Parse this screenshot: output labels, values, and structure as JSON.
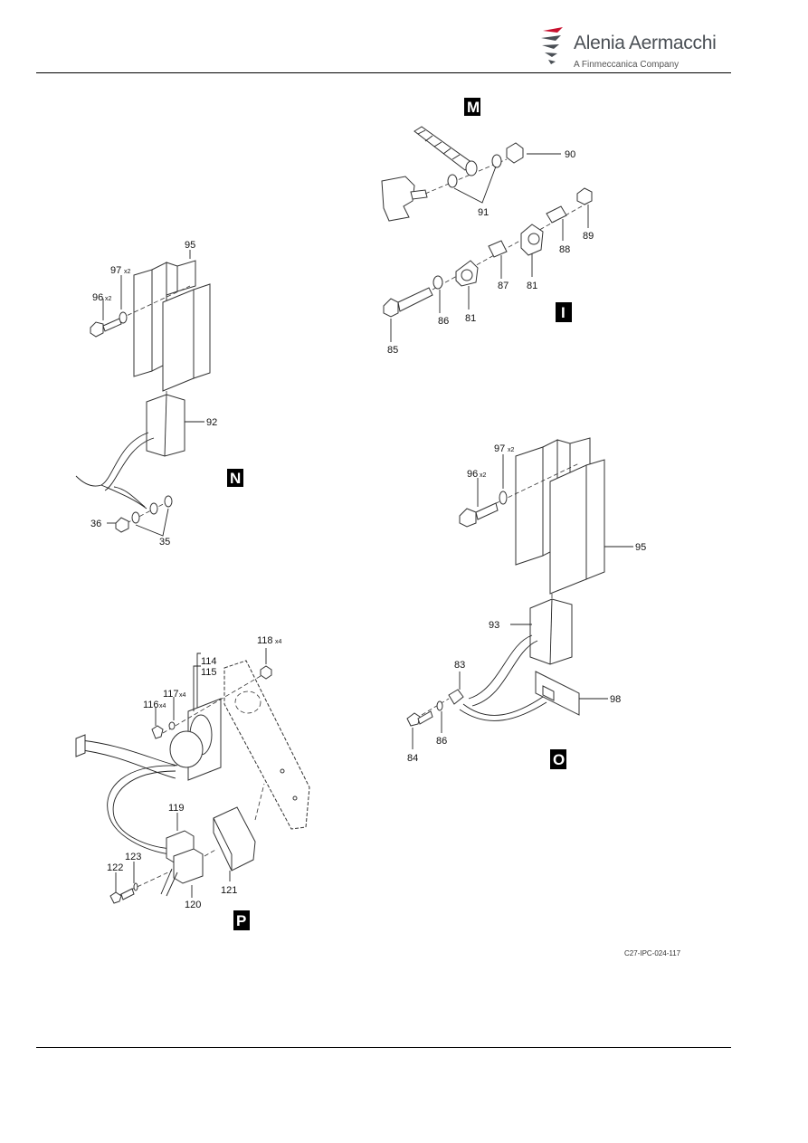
{
  "header": {
    "company": "Alenia Aermacchi",
    "tagline": "A Finmeccanica Company"
  },
  "views": {
    "M": "M",
    "I": "I",
    "N": "N",
    "O": "O",
    "P": "P"
  },
  "callouts": {
    "c90": "90",
    "c91": "91",
    "c89": "89",
    "c88": "88",
    "c87": "87",
    "c81a": "81",
    "c81b": "81",
    "c86a": "86",
    "c85": "85",
    "n95": "95",
    "n97": "97",
    "n96": "96",
    "n92": "92",
    "n36": "36",
    "n35": "35",
    "o97": "97",
    "o96": "96",
    "o95": "95",
    "o93": "93",
    "o83": "83",
    "o98": "98",
    "o84": "84",
    "o86": "86",
    "p114": "114",
    "p115": "115",
    "p118": "118",
    "p117": "117",
    "p116": "116",
    "p119": "119",
    "p123": "123",
    "p122": "122",
    "p121": "121",
    "p120": "120"
  },
  "qty": {
    "n97": "x2",
    "n96": "x2",
    "o97": "x2",
    "o96": "x2",
    "p118": "x4",
    "p117": "x4",
    "p116": "x4"
  },
  "doc_ref": "C27-IPC-024-117"
}
